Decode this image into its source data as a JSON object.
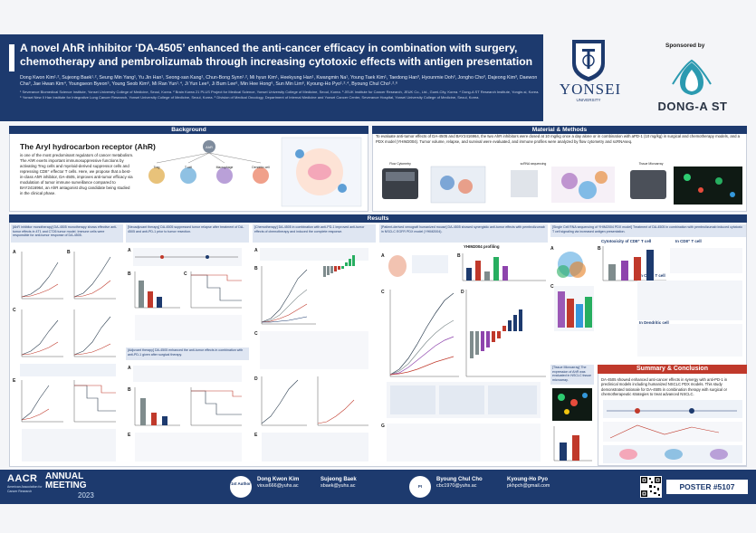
{
  "header": {
    "title": "A novel AhR inhibitor ‘DA-4505’ enhanced the anti-cancer efficacy in combination with surgery, chemotherapy and pembrolizumab through increasing cytotoxic effects with antigen presentation",
    "authors": "Dong Kwon Kim¹˒², Sujeong Baek¹˒², Seung Min Yang¹, Yu Jin Han¹, Seong-san Kang¹, Chun-Bong Synn¹˒², Mi hyun Kim¹, Heekyung Han¹, Kwangmin Na¹, Young Taek Kim¹, Taedong Han³, Hyounmie Doh³, Jongho Cho³, Dajeong Kim³, Daewon Cha³, Jae Hwan Kim⁴, Youngseon Byeon⁵, Young Seob Kim⁶, Mi Ran Yun¹˒⁴, Ji Yun Lee⁶, Ji Bum Lee⁶, Min Hee Hong⁶, Sun Min Lim⁶, Kyoung-Ho Pyo¹˒²˒⁴, Byoung Chul Cho¹˒²˒⁶",
    "affiliations": "¹ Severance Biomedical Science Institute, Yonsei University College of Medicine, Seoul, Korea. ² Brain Korea 21 PLUS Project for Medical Science, Yonsei University College of Medicine, Seoul, Korea. ³ JEUK Institute for Cancer Research, JEUK Co., Ltd., Gumi-City, Korea. ⁴ Dong-A ST Research Institute, Yongin-si, Korea. ⁵ Yonsei New Il Han Institute for Integrative Lung Cancer Research, Yonsei University College of Medicine, Seoul, Korea. ⁶ Division of Medical Oncology, Department of Internal Medicine and Yonsei Cancer Center, Severance Hospital, Yonsei University College of Medicine, Seoul, Korea."
  },
  "logos": {
    "yonsei_name": "YONSEI",
    "yonsei_sub": "UNIVERSITY",
    "sponsored_label": "Sponsored by",
    "donga_name": "DONG-A ST",
    "brand_color": "#1d3a6e",
    "accent_color": "#c0392b",
    "donga_color": "#2b9ab0"
  },
  "sections": {
    "background": "Background",
    "methods": "Material & Methods",
    "results": "Results",
    "summary": "Summary & Conclusion"
  },
  "background": {
    "heading": "The Aryl hydrocarbon receptor (AhR)",
    "text": "is one of the most predominant regulators of cancer metabolism. The AhR exerts important immunosuppressive functions by activating Treg cells and myeloid-derived suppressor cells and repressing CD8⁺ effector T cells. Here, we propose that a best-in-class AhR inhibitor, DA-4505, improves anti-tumor efficacy via modulation of tumor immune surveillance compared to BAY2416964, an AhR antagonist drug candidate being studied in the clinical phase.",
    "cell_labels": [
      "Treg",
      "T cell",
      "Macrophage",
      "Dendritic cell"
    ],
    "center_label": "AhR"
  },
  "methods": {
    "text": "To evaluate anti-tumor effects of DA-4505 and BAY2416964, the two AhR inhibitors were dosed at 10 mg/kg once a day alone or in combination with aPD-1 (10 mg/kg) in surgical and chemotherapy models, and a PDX model (YHIM2004). Tumor volume, relapse, and survival were evaluated, and immune profiles were analyzed by flow cytometry and scRNAseq.",
    "steps": [
      "Flow Cytometry",
      "scRNA sequencing",
      "Tissue Microarray"
    ]
  },
  "results": {
    "panel1_head": "[AhR inhibitor monotherapy] DA-4505 monotherapy shows effective anti-tumor effects in 4T1 and CT26 tumor model. Immune cells were responsible for anti-tumor response of DA-4505.",
    "panel2_head": "[Neoadjuvant therapy] DA-4505 suppressed tumor relapse after treatment of DA-4505 and anti-PD-1 prior to tumor resection.",
    "panel2b_head": "[Adjuvant therapy] DA-4505 enhanced the anti-tumor effects in combination with anti-PD-1 given after surgical therapy.",
    "panel3_head": "[Chemotherapy] DA-4505 in combination with anti-PD-1 improved anti-tumor effects of chemotherapy and induced the complete response.",
    "panel4_head": "[Patient-derived xenograft humanized mouse] DA-4505 showed synergistic anti-tumor effects with pembrolizumab in NSCLC EGFR PDX model (YHIM2004).",
    "panel4_sub": "YHIM2004 profiling",
    "panel5_head": "[Single Cell RNA sequencing of YHIM2004 PDX model] Treatment of DA-4505 in combination with pembrolizumab induced cytotoxic T cell signaling via increased antigen presentation.",
    "panel5_sub1": "Cytotoxicity of CD8⁺ T cell",
    "panel5_sub2": "In CD8⁺ T cell",
    "panel5_sub3": "In CD4⁺ T cell",
    "panel5_sub4": "In Dendritic cell",
    "panel6_head": "[Tissue Microarray] The expression of AhR was evaluated in NSCLC tissue microarray."
  },
  "summary": {
    "text": "DA-4505 showed enhanced anti-cancer effects in synergy with anti-PD-1 in preclinical models including humanized NSCLC PDX models. This study demonstrated rationale for DA-4505 in combination therapy with surgical or chemotherapeutic strategies to treat advanced NSCLC."
  },
  "footer": {
    "aacr": "AACR",
    "aacr_sub": "American Association for Cancer Research",
    "annual": "ANNUAL",
    "meeting": "MEETING",
    "year": "2023",
    "first_author_badge": "1st Author",
    "pi_badge": "PI",
    "person1_name": "Dong Kwon Kim",
    "person1_email": "vious666@yuhs.ac",
    "person2_name": "Sujeong Baek",
    "person2_email": "sbaek@yuhs.ac",
    "person3_name": "Byoung Chul Cho",
    "person3_email": "cbc1970@yuhs.ac",
    "person4_name": "Kyoung-Ho Pyo",
    "person4_email": "pkhpch@gmail.com",
    "poster_number": "POSTER #5107"
  }
}
